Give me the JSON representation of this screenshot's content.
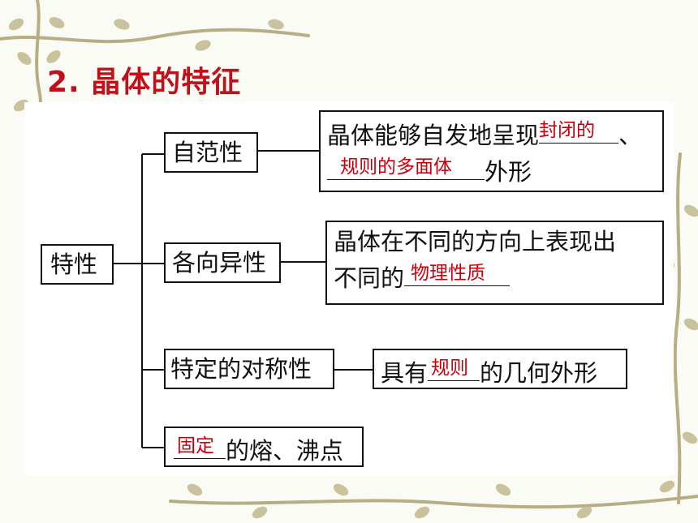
{
  "title": "2. 晶体的特征",
  "root": "特性",
  "branches": [
    {
      "label": "自范性",
      "desc_line1_before": "晶体能够自发地呈现",
      "blank1_answer": "封闭的",
      "desc_line1_after": "、",
      "blank2_answer": "规则的多面体",
      "desc_line2_after": "外形"
    },
    {
      "label": "各向异性",
      "desc_line1": "晶体在不同的方向上表现出",
      "desc_line2_before": "不同的",
      "blank_answer": "物理性质"
    },
    {
      "label": "特定的对称性",
      "desc_before": "具有",
      "blank_answer": "规则",
      "desc_after": "的几何外形"
    },
    {
      "label_blank_answer": "固定",
      "label_after": "的熔、沸点"
    }
  ],
  "colors": {
    "title": "#c0101a",
    "answer": "#c8000e",
    "vine": "#b7ae84"
  }
}
